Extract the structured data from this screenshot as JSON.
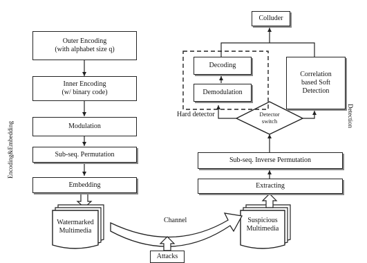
{
  "encoder": {
    "outer_encoding": [
      "Outer Encoding",
      "(with alphabet size q)"
    ],
    "inner_encoding": [
      "Inner Encoding",
      "(w/ binary code)"
    ],
    "modulation": "Modulation",
    "permutation": "Sub-seq. Permutation",
    "embedding": "Embedding",
    "side_label": "Encoding&Embedding"
  },
  "channel": {
    "watermarked": [
      "Watermarked",
      "Multimedia"
    ],
    "label": "Channel",
    "suspicious": [
      "Suspicious",
      "Multimedia"
    ],
    "attacks": "Attacks"
  },
  "detector": {
    "colluder": "Colluder",
    "decoding": "Decoding",
    "demodulation": "Demodulation",
    "hard_detector": "Hard detector",
    "correlation": [
      "Correlation",
      "based Soft",
      "Detection"
    ],
    "switch": [
      "Detector",
      "switch"
    ],
    "inverse_permutation": "Sub-seq. Inverse Permutation",
    "extracting": "Extracting",
    "side_label": "Detection"
  }
}
